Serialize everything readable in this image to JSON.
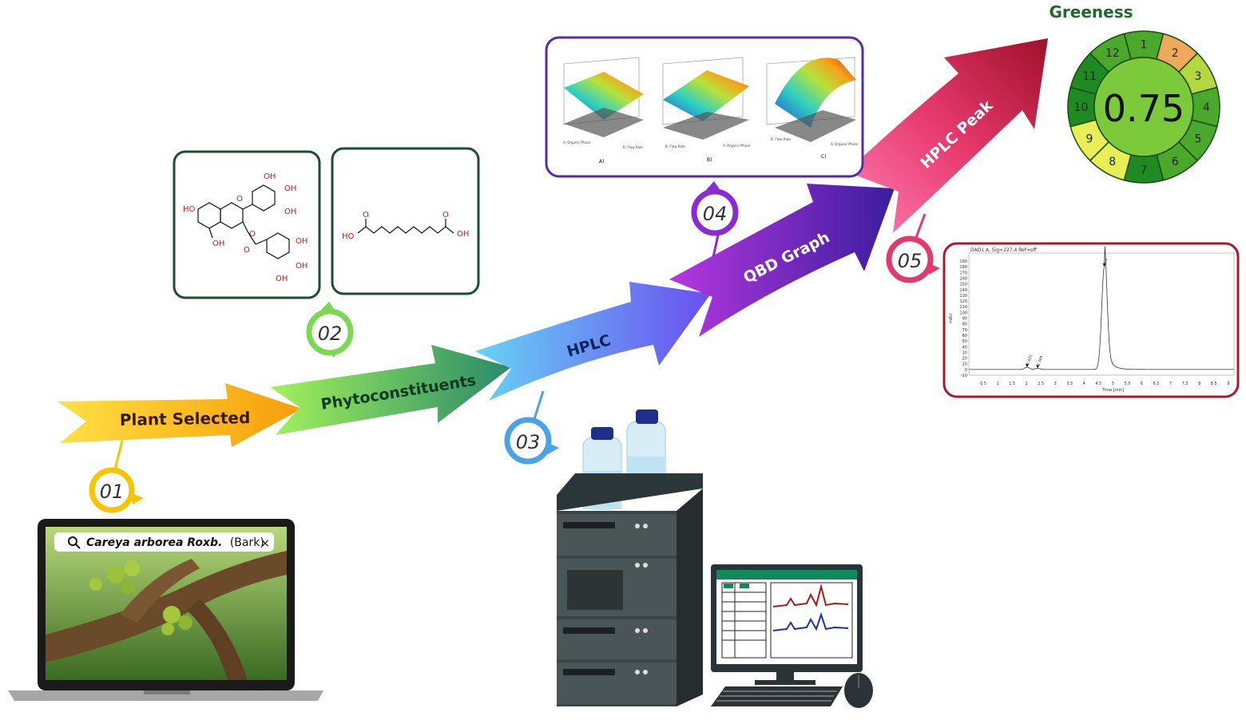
{
  "steps": [
    {
      "num": "01",
      "label": "Plant Selected",
      "color": "#f7c400"
    },
    {
      "num": "02",
      "label": "Phytoconstituents",
      "color": "#7ad94f"
    },
    {
      "num": "03",
      "label": "HPLC",
      "color": "#4aa3e8"
    },
    {
      "num": "04",
      "label": "QBD Graph",
      "color": "#8a2bd6"
    },
    {
      "num": "05",
      "label": "HPLC Peak",
      "color": "#e23a6e"
    }
  ],
  "search": {
    "query_italic": "Careya arborea Roxb.",
    "query_rest": "(Bark)",
    "close": "×"
  },
  "molecule1": {
    "oh": [
      "OH",
      "OH",
      "OH",
      "HO",
      "OH",
      "OH",
      "OH",
      "OH"
    ],
    "o": [
      "O",
      "O",
      "O"
    ]
  },
  "molecule2": {
    "ho": "HO",
    "oh": "OH",
    "o1": "O",
    "o2": "O"
  },
  "surface_plots": {
    "labels": [
      "A)",
      "B)",
      "C)"
    ],
    "axes": [
      [
        "A: Organic Phase",
        "B: Flow Rate"
      ],
      [
        "B: Flow Rate",
        "A: Organic Phase"
      ],
      [
        "B: Flow Rate",
        "A: Organic Phase"
      ]
    ]
  },
  "greeness": {
    "title": "Greeness",
    "score": "0.75",
    "segments": [
      {
        "n": "1",
        "color": "#4aa82a"
      },
      {
        "n": "2",
        "color": "#f0a95a"
      },
      {
        "n": "3",
        "color": "#b5d840"
      },
      {
        "n": "4",
        "color": "#4aa82a"
      },
      {
        "n": "5",
        "color": "#4aa82a"
      },
      {
        "n": "6",
        "color": "#4aa82a"
      },
      {
        "n": "7",
        "color": "#1f8a22"
      },
      {
        "n": "8",
        "color": "#e8ee55"
      },
      {
        "n": "9",
        "color": "#e8ee55"
      },
      {
        "n": "10",
        "color": "#1f8a22"
      },
      {
        "n": "11",
        "color": "#1f8a22"
      },
      {
        "n": "12",
        "color": "#4aa82a"
      }
    ],
    "center_color": "#7cc93a"
  },
  "chromatogram": {
    "title": "DAD1 A, Sig=227,4 Ref=off",
    "ylabel": "mAU",
    "xlabel": "Time [min]",
    "y_ticks": [
      "190",
      "180",
      "170",
      "160",
      "150",
      "140",
      "130",
      "120",
      "110",
      "100",
      "90",
      "80",
      "70",
      "60",
      "50",
      "40",
      "30",
      "20",
      "10",
      "0",
      "-10"
    ],
    "x_ticks": [
      "0.5",
      "1",
      "1.5",
      "2",
      "2.5",
      "3",
      "3.5",
      "4",
      "4.5",
      "5",
      "5.5",
      "6",
      "6.5",
      "7",
      "7.5",
      "8",
      "8.5",
      "9"
    ],
    "peaks": [
      {
        "rt": 2.021,
        "label": "2.021",
        "height": 4
      },
      {
        "rt": 2.389,
        "label": "2.389",
        "height": 2
      },
      {
        "rt": 4.7,
        "label": "4.7",
        "height": 180
      }
    ]
  }
}
